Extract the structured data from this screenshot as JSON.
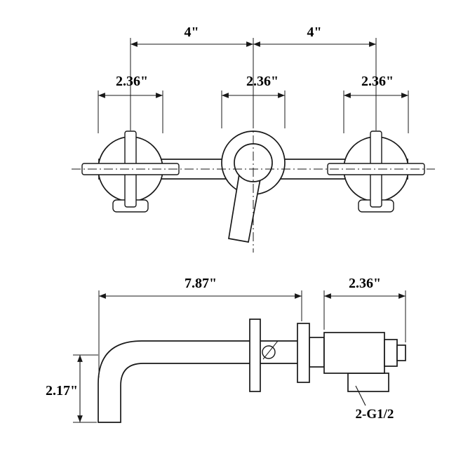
{
  "colors": {
    "line": "#181818",
    "background": "#ffffff"
  },
  "dims": {
    "span_left": "4\"",
    "span_right": "4\"",
    "escutcheon_left": "2.36\"",
    "escutcheon_center": "2.36\"",
    "escutcheon_right": "2.36\"",
    "spout_reach": "7.87\"",
    "valve_depth": "2.36\"",
    "spout_drop": "2.17\"",
    "connection_thread": "2-G1/2"
  }
}
